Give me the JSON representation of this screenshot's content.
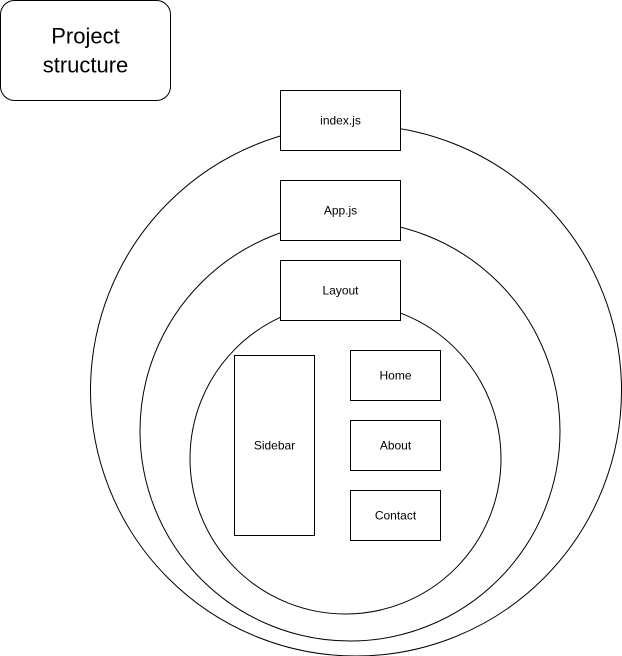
{
  "title": {
    "line1": "Project",
    "line2": "structure"
  },
  "nodes": {
    "index_js": "index.js",
    "app_js": "App.js",
    "layout": "Layout",
    "sidebar": "Sidebar",
    "home": "Home",
    "about": "About",
    "contact": "Contact"
  },
  "colors": {
    "stroke": "#000000",
    "fill": "#ffffff",
    "text": "#000000"
  }
}
